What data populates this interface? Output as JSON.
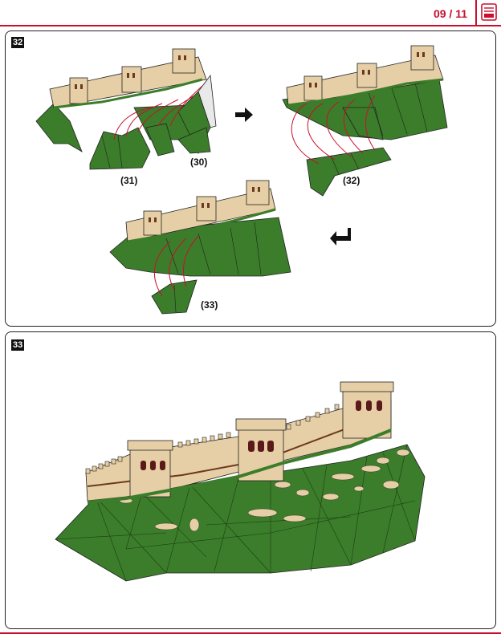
{
  "header": {
    "page_indicator": "09 / 11",
    "icon": "book-icon"
  },
  "colors": {
    "accent": "#c8102e",
    "terrain": "#3b7d2a",
    "wall": "#e6cfa6",
    "arrow": "#c8102e"
  },
  "step32": {
    "number": "32",
    "labels": [
      "(31)",
      "(30)",
      "(32)",
      "(33)"
    ],
    "flow_icons": [
      "right-arrow-icon",
      "return-arrow-icon"
    ]
  },
  "step33": {
    "number": "33"
  }
}
